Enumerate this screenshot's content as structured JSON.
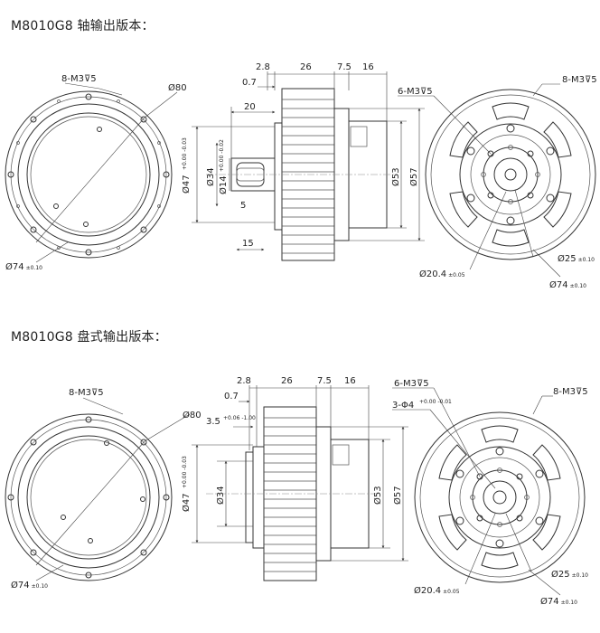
{
  "sections": [
    {
      "title": "M8010G8 轴输出版本：",
      "front_view": {
        "hole_label": "8-M3",
        "depth_label": "5",
        "diameter": "80",
        "pcd": "74",
        "pcd_tol": "±0.10"
      },
      "side_view": {
        "widths": [
          "2.8",
          "26",
          "7.5",
          "16"
        ],
        "offset": "0.7",
        "shaft_length": "20",
        "shaft_key": "15",
        "key_width": "5",
        "d47": "47",
        "d47_tol_hi": "+0.00",
        "d47_tol_lo": "-0.03",
        "d34": "34",
        "d14": "14",
        "d14_tol_hi": "+0.00",
        "d14_tol_lo": "-0.02",
        "d53": "53",
        "d57": "57"
      },
      "back_view": {
        "holes1": "6-M3",
        "depth1": "5",
        "holes2": "8-M3",
        "depth2": "5",
        "d20": "20.4",
        "d20_tol": "±0.05",
        "d25": "25",
        "d25_tol": "±0.10",
        "d74": "74",
        "d74_tol": "±0.10"
      }
    },
    {
      "title": "M8010G8 盘式输出版本：",
      "front_view": {
        "hole_label": "8-M3",
        "depth_label": "5",
        "diameter": "80",
        "pcd": "74",
        "pcd_tol": "±0.10"
      },
      "side_view": {
        "widths": [
          "2.8",
          "26",
          "7.5",
          "16"
        ],
        "offset": "0.7",
        "d35": "3.5",
        "d35_tol_hi": "+0.06",
        "d35_tol_lo": "-1.00",
        "d47": "47",
        "d47_tol_hi": "+0.00",
        "d47_tol_lo": "-0.03",
        "d34": "34",
        "d53": "53",
        "d57": "57"
      },
      "back_view": {
        "holes1": "6-M3",
        "depth1": "5",
        "holes3": "3-Φ4",
        "h3_tol_hi": "+0.00",
        "h3_tol_lo": "-0.01",
        "holes2": "8-M3",
        "depth2": "5",
        "d20": "20.4",
        "d20_tol": "±0.05",
        "d25": "25",
        "d25_tol": "±0.10",
        "d74": "74",
        "d74_tol": "±0.10"
      }
    }
  ]
}
